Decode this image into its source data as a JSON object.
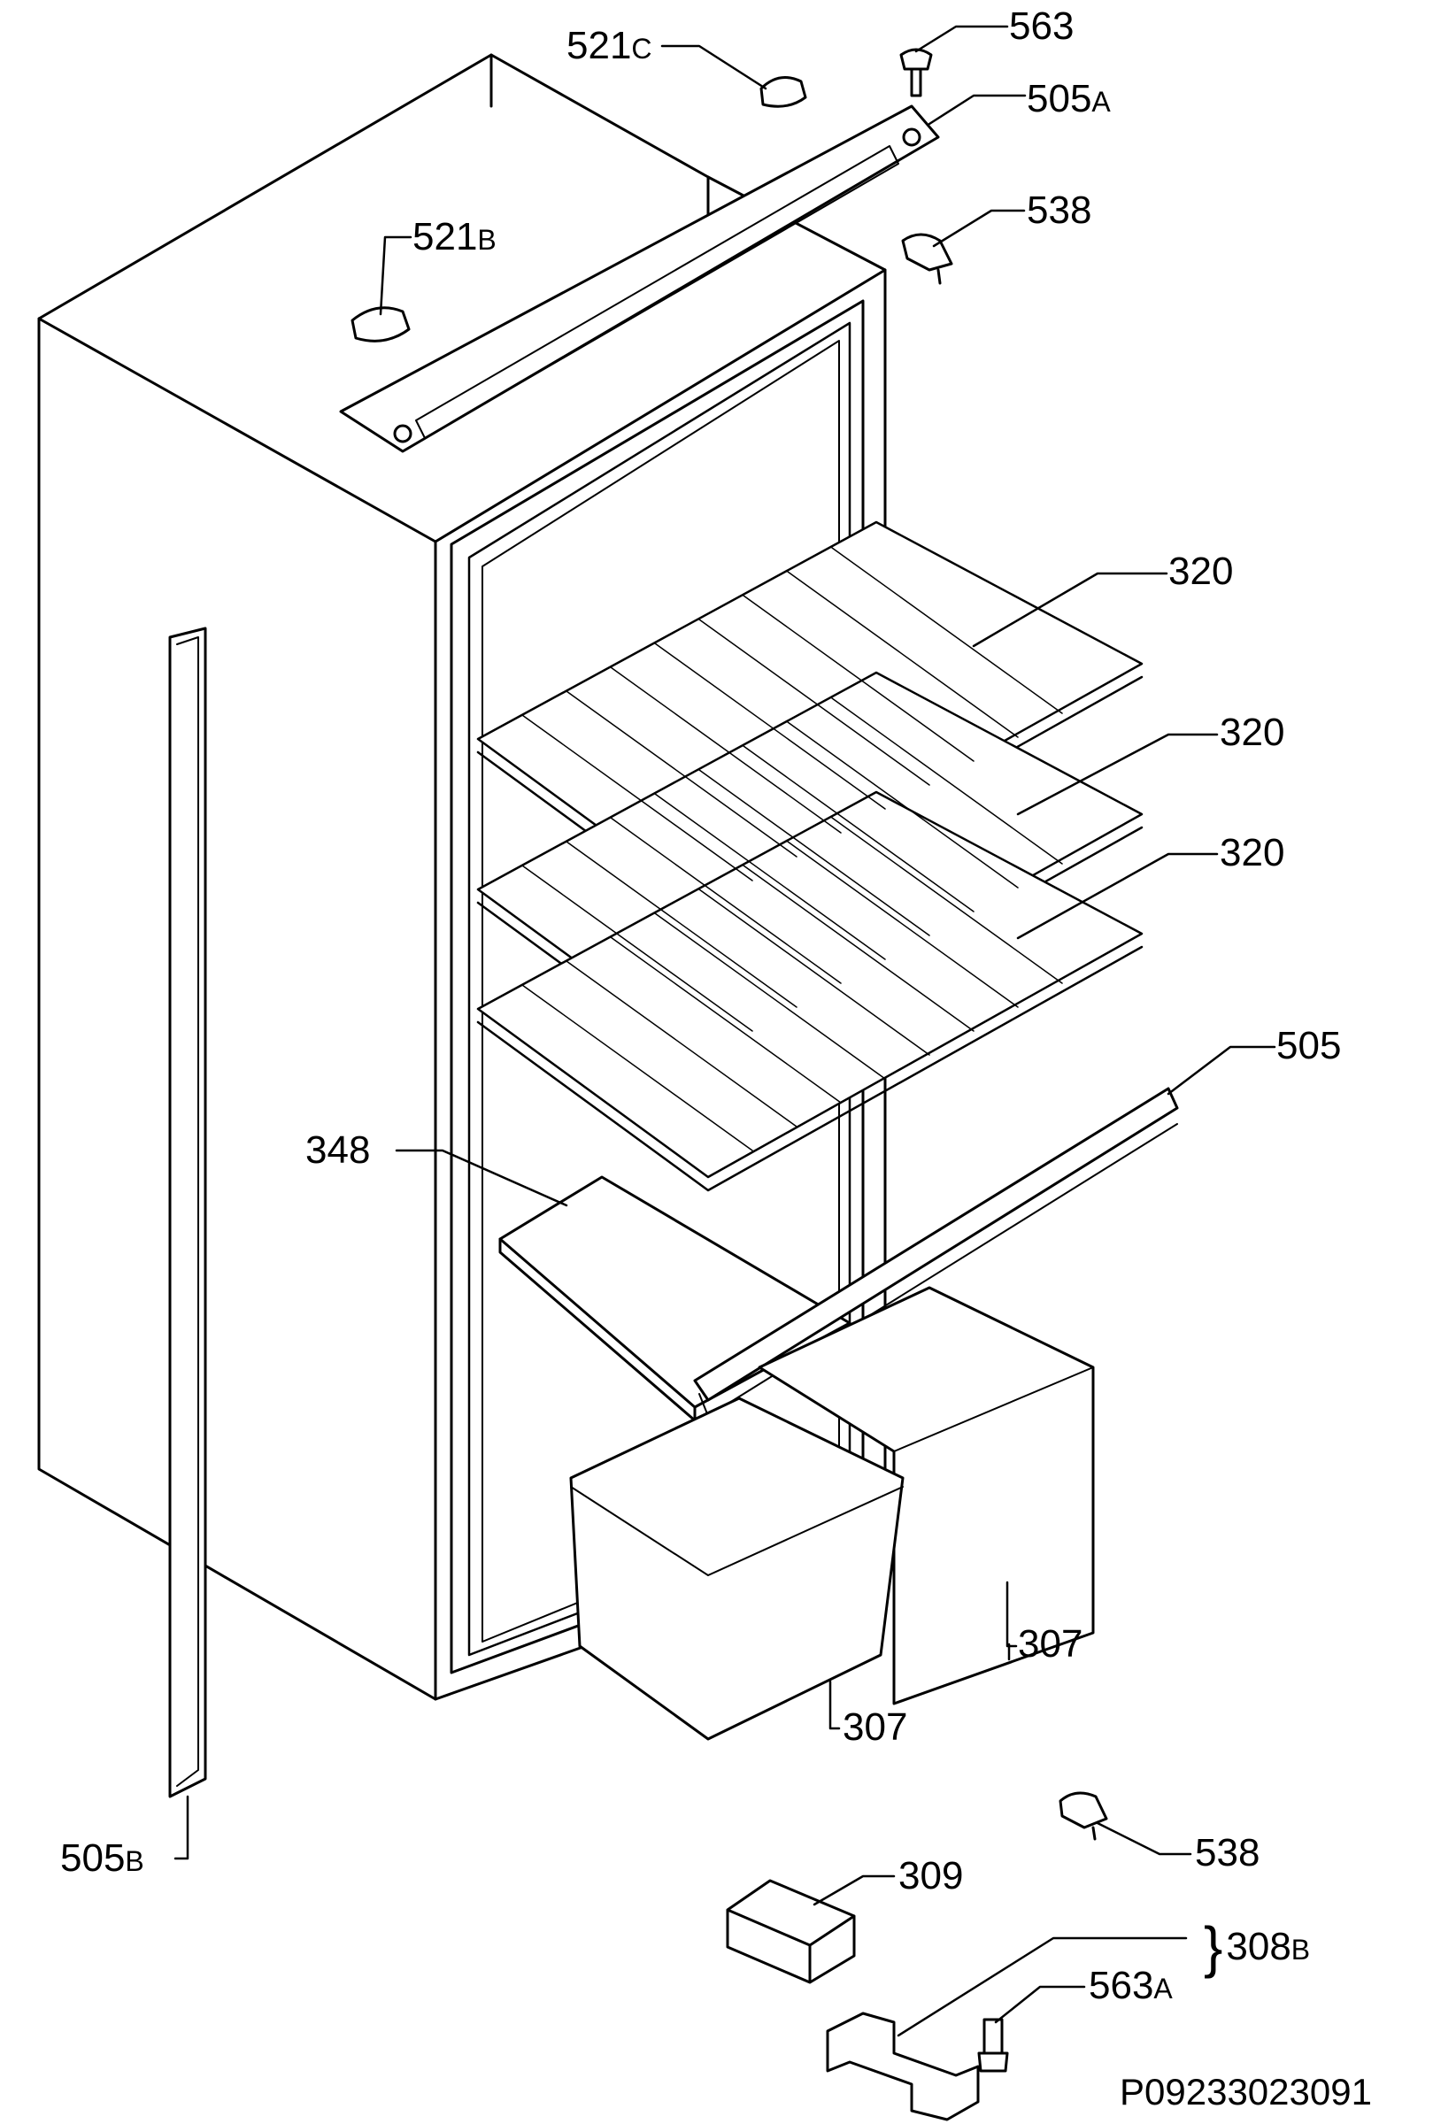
{
  "diagram": {
    "labels": [
      {
        "num": "521",
        "sfx": "C"
      },
      {
        "num": "563",
        "sfx": ""
      },
      {
        "num": "505",
        "sfx": "A"
      },
      {
        "num": "521",
        "sfx": "B"
      },
      {
        "num": "538",
        "sfx": ""
      },
      {
        "num": "320",
        "sfx": ""
      },
      {
        "num": "320",
        "sfx": ""
      },
      {
        "num": "320",
        "sfx": ""
      },
      {
        "num": "505",
        "sfx": ""
      },
      {
        "num": "348",
        "sfx": ""
      },
      {
        "num": "307",
        "sfx": ""
      },
      {
        "num": "307",
        "sfx": ""
      },
      {
        "num": "505",
        "sfx": "B"
      },
      {
        "num": "538",
        "sfx": ""
      },
      {
        "num": "309",
        "sfx": ""
      },
      {
        "num": "308",
        "sfx": "B"
      },
      {
        "num": "563",
        "sfx": "A"
      }
    ],
    "drawing_code": "P09233023091",
    "line_color": "#000000",
    "background": "#ffffff"
  }
}
